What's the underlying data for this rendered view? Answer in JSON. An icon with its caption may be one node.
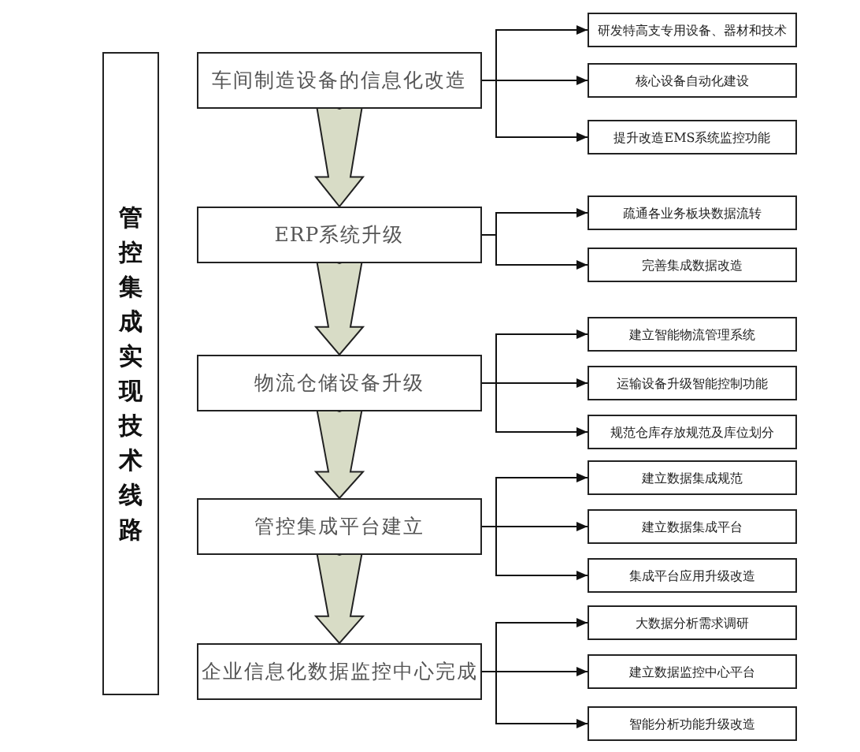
{
  "diagram": {
    "nodes": [
      {
        "text": [
          "管控集成实现技术线路"
        ]
      },
      {
        "text": [
          "车间制造设备的信息化改造"
        ]
      },
      {
        "text": [
          "研发特高支专用设备、器材和技术"
        ]
      },
      {
        "text": [
          "核心设备自动化建设"
        ]
      },
      {
        "text": [
          "提升改造EMS系统监控功能"
        ]
      },
      {
        "text": [
          "ERP系统升级"
        ]
      },
      {
        "text": [
          "疏通各业务板块数据流转"
        ]
      },
      {
        "text": [
          "完善集成数据改造"
        ]
      },
      {
        "text": [
          "物流仓储设备升级"
        ]
      },
      {
        "text": [
          "建立智能物流管理系统"
        ]
      },
      {
        "text": [
          "运输设备升级智能控制功能"
        ]
      },
      {
        "text": [
          "规范仓库存放规范及库位划分"
        ]
      },
      {
        "text": [
          "管控集成平台建立"
        ]
      },
      {
        "text": [
          "建立数据集成规范"
        ]
      },
      {
        "text": [
          "建立数据集成平台"
        ]
      },
      {
        "text": [
          "集成平台应用升级改造"
        ]
      },
      {
        "text": [
          "企业信息化数据监控中心完成"
        ]
      },
      {
        "text": [
          "大数据分析需求调研"
        ]
      },
      {
        "text": [
          "建立数据监控中心平台"
        ]
      },
      {
        "text": [
          "智能分析功能升级改造"
        ]
      }
    ],
    "edges": [
      {
        "from": 1,
        "to": 5,
        "arrow": "to",
        "style": "thick"
      },
      {
        "from": 5,
        "to": 8,
        "arrow": "to",
        "style": "thick"
      },
      {
        "from": 8,
        "to": 12,
        "arrow": "to",
        "style": "thick"
      },
      {
        "from": 12,
        "to": 16,
        "arrow": "to",
        "style": "thick"
      },
      {
        "from": 1,
        "to": 2,
        "arrow": "to"
      },
      {
        "from": 1,
        "to": 3,
        "arrow": "to"
      },
      {
        "from": 1,
        "to": 4,
        "arrow": "to"
      },
      {
        "from": 5,
        "to": 6,
        "arrow": "to"
      },
      {
        "from": 5,
        "to": 7,
        "arrow": "to"
      },
      {
        "from": 8,
        "to": 9,
        "arrow": "to"
      },
      {
        "from": 8,
        "to": 10,
        "arrow": "to"
      },
      {
        "from": 8,
        "to": 11,
        "arrow": "to"
      },
      {
        "from": 12,
        "to": 13,
        "arrow": "to"
      },
      {
        "from": 12,
        "to": 14,
        "arrow": "to"
      },
      {
        "from": 12,
        "to": 15,
        "arrow": "to"
      },
      {
        "from": 16,
        "to": 17,
        "arrow": "to"
      },
      {
        "from": 16,
        "to": 18,
        "arrow": "to"
      },
      {
        "from": 16,
        "to": 19,
        "arrow": "to"
      }
    ]
  }
}
